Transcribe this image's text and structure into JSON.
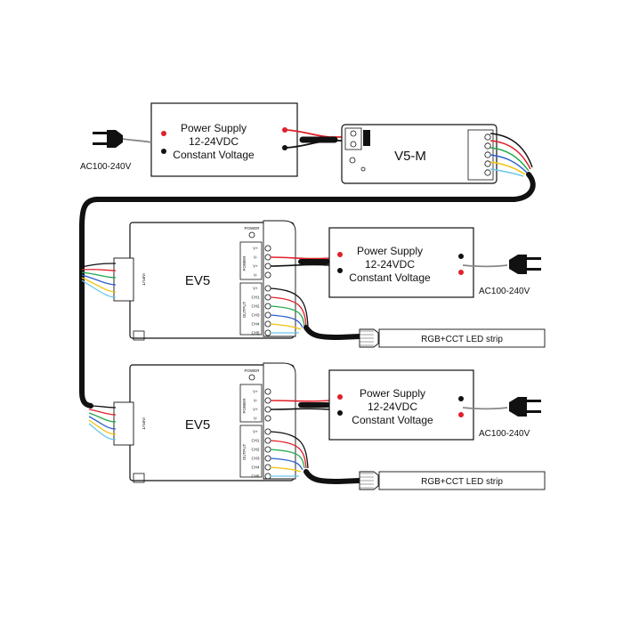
{
  "supply_top": {
    "line1": "Power Supply",
    "line2": "12-24VDC",
    "line3": "Constant Voltage"
  },
  "supply_mid": {
    "line1": "Power Supply",
    "line2": "12-24VDC",
    "line3": "Constant Voltage"
  },
  "supply_bot": {
    "line1": "Power Supply",
    "line2": "12-24VDC",
    "line3": "Constant Voltage"
  },
  "ac_top": "AC100-240V",
  "ac_mid": "AC100-240V",
  "ac_bot": "AC100-240V",
  "master": {
    "model": "V5-M"
  },
  "receiver_top": {
    "model": "EV5",
    "power_label": "POWER",
    "output_label": "OUTPUT",
    "input_label": "INPUT",
    "power_led": "POWER"
  },
  "receiver_bot": {
    "model": "EV5",
    "power_label": "POWER",
    "output_label": "OUTPUT",
    "input_label": "INPUT",
    "power_led": "POWER"
  },
  "strip_top": "RGB+CCT LED strip",
  "strip_bot": "RGB+CCT LED strip",
  "terminal_labels": {
    "power": [
      "V+",
      "V-",
      "V+",
      "V-"
    ],
    "output": [
      "V+",
      "CH1",
      "CH2",
      "CH3",
      "CH4",
      "CH5"
    ]
  },
  "colors": {
    "red": "#e0202a",
    "green": "#1fa84a",
    "blue": "#2b5fd0",
    "yellow": "#f2c20f",
    "cyan": "#6ac8e8",
    "black": "#111111",
    "gray": "#888888"
  }
}
